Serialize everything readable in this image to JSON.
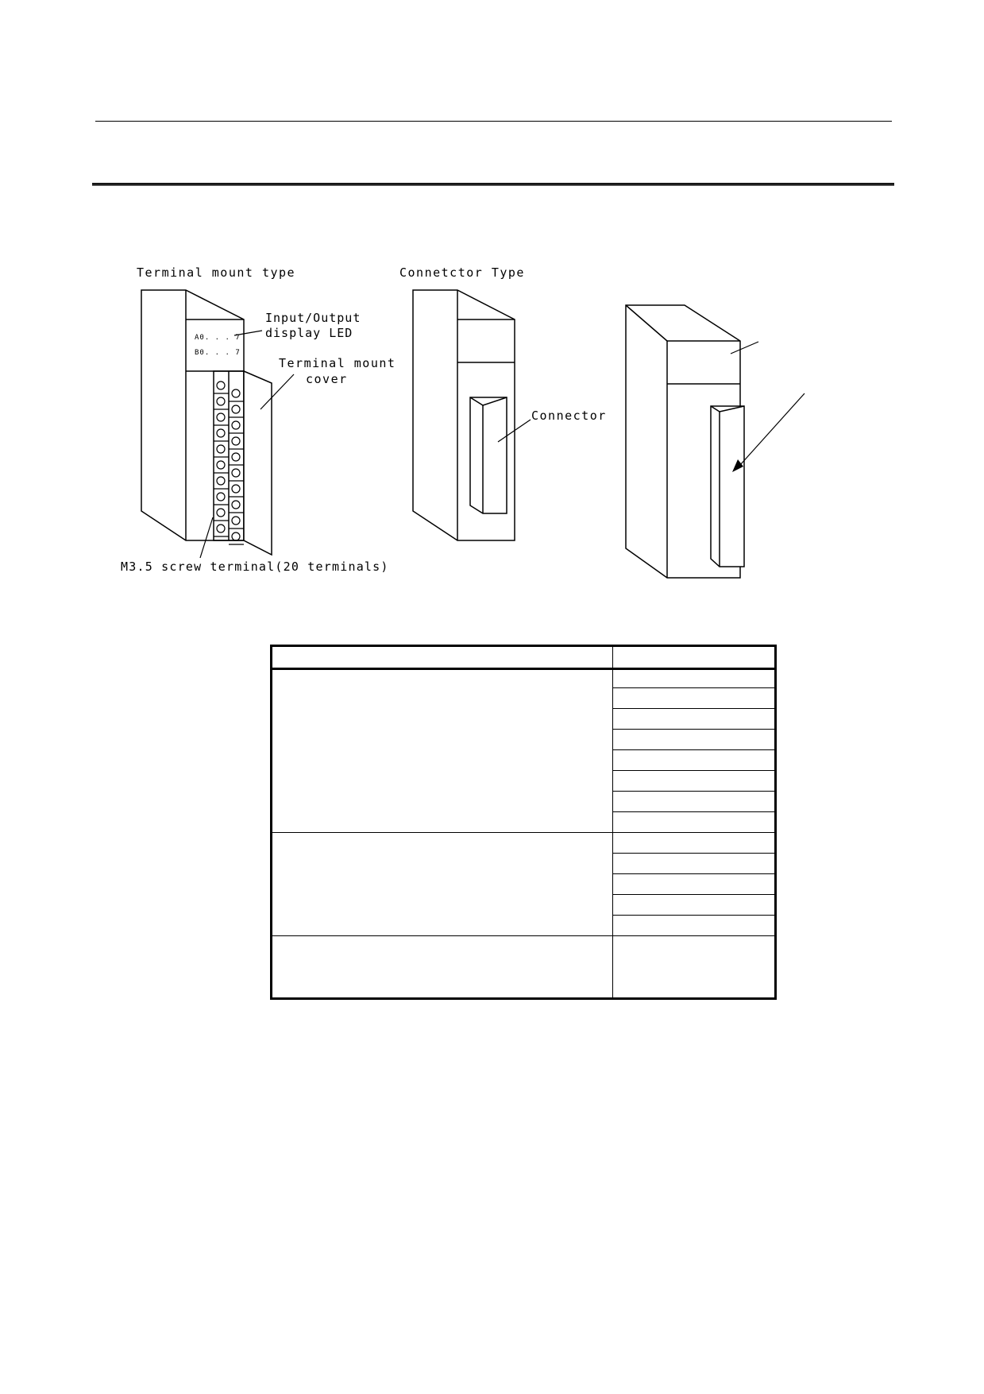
{
  "figure": {
    "terminal_type": {
      "title": "Terminal mount type",
      "led_row_a": "A0. . . 7",
      "led_row_b": "B0. . . 7",
      "led_label_line1": "Input/Output",
      "led_label_line2": "display LED",
      "cover_label_line1": "Terminal mount",
      "cover_label_line2": "cover",
      "screw_label": "M3.5 screw terminal(20 terminals)"
    },
    "connector_type": {
      "title": "Connetctor Type",
      "connector_label": "Connector"
    }
  }
}
